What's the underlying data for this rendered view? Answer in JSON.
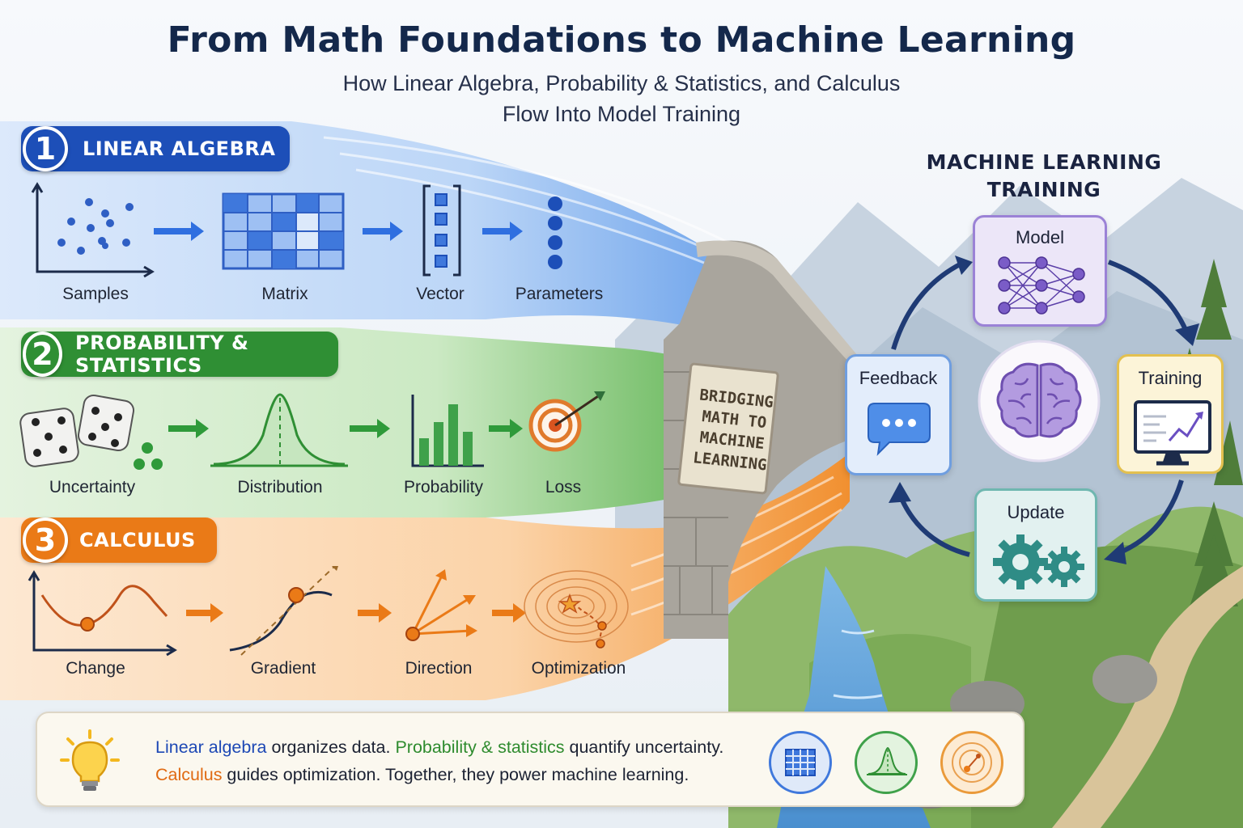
{
  "header": {
    "title": "From Math Foundations to Machine Learning",
    "subtitle_line1": "How Linear Algebra, Probability & Statistics, and Calculus",
    "subtitle_line2": "Flow Into Model Training"
  },
  "bands": [
    {
      "number": "1",
      "title": "LINEAR ALGEBRA",
      "color": "#1d4fb8",
      "steps": [
        "Samples",
        "Matrix",
        "Vector",
        "Parameters"
      ],
      "icons": [
        "scatter-plot-icon",
        "matrix-grid-icon",
        "vector-icon",
        "parameters-dots-icon"
      ]
    },
    {
      "number": "2",
      "title": "PROBABILITY & STATISTICS",
      "color": "#2f8f34",
      "steps": [
        "Uncertainty",
        "Distribution",
        "Probability",
        "Loss"
      ],
      "icons": [
        "dice-icon",
        "bell-curve-icon",
        "bar-chart-icon",
        "target-icon"
      ]
    },
    {
      "number": "3",
      "title": "CALCULUS",
      "color": "#ea7a17",
      "steps": [
        "Change",
        "Gradient",
        "Direction",
        "Optimization"
      ],
      "icons": [
        "curve-plot-icon",
        "tangent-curve-icon",
        "direction-arrows-icon",
        "contour-optimization-icon"
      ]
    }
  ],
  "bridge": {
    "sign_line1": "BRIDGING",
    "sign_line2": "MATH TO",
    "sign_line3": "MACHINE",
    "sign_line4": "LEARNING"
  },
  "ml_training": {
    "title_line1": "MACHINE LEARNING",
    "title_line2": "TRAINING",
    "nodes": {
      "model": "Model",
      "training": "Training",
      "update": "Update",
      "feedback": "Feedback"
    },
    "center_icon": "brain-icon"
  },
  "summary": {
    "line1_kw1": "Linear algebra",
    "line1_text1": " organizes data. ",
    "line1_kw2": "Probability & statistics",
    "line1_text2": " quantify uncertainty.",
    "line2_kw": "Calculus",
    "line2_text": " guides optimization. Together, they power machine learning.",
    "icon": "lightbulb-icon"
  },
  "colors": {
    "linear_algebra": "#1d4fb8",
    "probability": "#2f8f34",
    "calculus": "#ea7a17",
    "title": "#14284b",
    "cycle_arrow": "#1f3b75"
  }
}
